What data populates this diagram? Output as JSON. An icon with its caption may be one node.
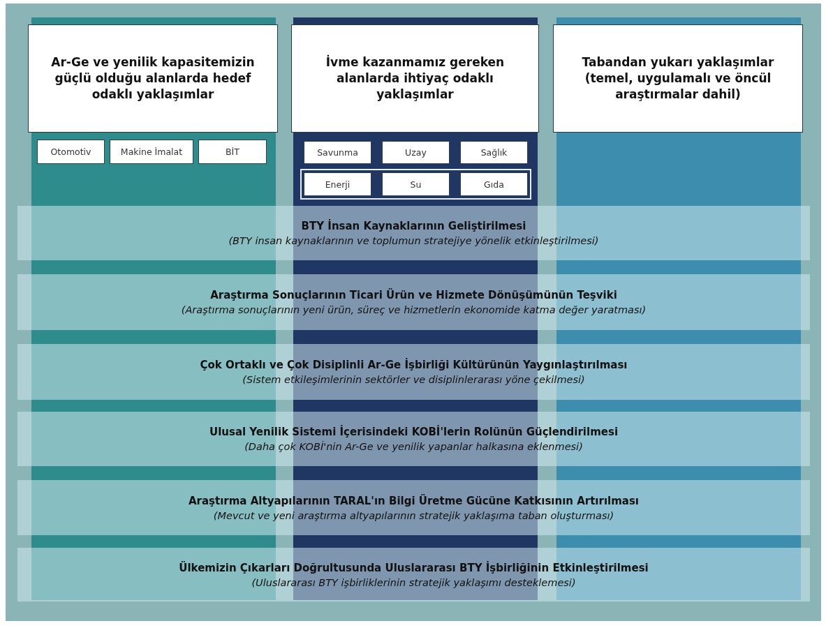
{
  "diagram": {
    "nodes": [
      {
        "text": [
          "Ar-Ge ve yenilik kapasitemizin güçlü olduğu alanlarda hedef odaklı yaklaşımlar"
        ]
      },
      {
        "text": [
          "İvme kazanmamız gereken alanlarda ihtiyaç odaklı yaklaşımlar"
        ]
      },
      {
        "text": [
          "Tabandan yukarı yaklaşımlar (temel, uygulamalı ve öncül araştırmalar dahil)"
        ]
      },
      {
        "text": [
          "Otomotiv"
        ]
      },
      {
        "text": [
          "Makine İmalat"
        ]
      },
      {
        "text": [
          "BİT"
        ]
      },
      {
        "text": [
          "Savunma"
        ]
      },
      {
        "text": [
          "Uzay"
        ]
      },
      {
        "text": [
          "Sağlık"
        ]
      },
      {
        "text": [],
        "shape": "box"
      },
      {
        "text": [
          "Enerji"
        ],
        "in": 9
      },
      {
        "text": [
          "Su"
        ],
        "in": 9
      },
      {
        "text": [
          "Gıda"
        ],
        "in": 9
      },
      {
        "text": [
          "BTY İnsan Kaynaklarının Geliştirilmesi",
          "(BTY insan kaynaklarının ve toplumun stratejiye yönelik etkinleştirilmesi)"
        ]
      },
      {
        "text": [
          "Araştırma Sonuçlarının Ticari Ürün ve Hizmete Dönüşümünün Teşviki",
          "(Araştırma sonuçlarının yeni ürün, süreç ve hizmetlerin ekonomide katma değer yaratması)"
        ]
      },
      {
        "text": [
          "Çok Ortaklı ve Çok Disiplinli Ar-Ge İşbirliği Kültürünün Yaygınlaştırılması",
          "(Sistem etkileşimlerinin sektörler ve disiplinlerarası yöne çekilmesi)"
        ]
      },
      {
        "text": [
          "Ulusal Yenilik Sistemi İçerisindeki KOBİ'lerin Rolünün Güçlendirilmesi",
          "(Daha çok KOBİ'nin Ar-Ge ve yenilik yapanlar halkasına eklenmesi)"
        ]
      },
      {
        "text": [
          "Araştırma Altyapılarının TARAL'ın Bilgi Üretme Gücüne Katkısının Artırılması",
          "(Mevcut ve yeni araştırma altyapılarının stratejik yaklaşıma taban oluşturması)"
        ]
      },
      {
        "text": [
          "Ülkemizin Çıkarları Doğrultusunda Uluslararası BTY İşbirliğinin Etkinleştirilmesi",
          "(Uluslararası BTY işbirliklerinin stratejik yaklaşımı desteklemesi)"
        ]
      }
    ]
  }
}
